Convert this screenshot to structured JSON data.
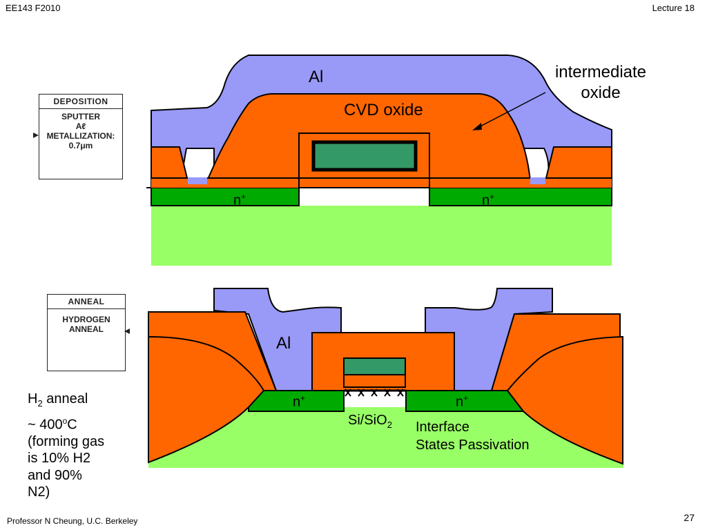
{
  "header": {
    "course": "EE143 F2010",
    "lecture": "Lecture 18"
  },
  "footer": {
    "professor": "Professor  N Cheung, U.C. Berkeley",
    "page": "27"
  },
  "steps": [
    {
      "head": "DEPOSITION",
      "body": [
        "SPUTTER",
        "Aℓ",
        "METALLIZATION:",
        "0.7μm"
      ]
    },
    {
      "head": "ANNEAL",
      "body": [
        "HYDROGEN",
        "ANNEAL"
      ]
    }
  ],
  "top_diagram": {
    "al": "Al",
    "cvd": "CVD oxide",
    "n_left": "n",
    "n_right": "n",
    "n_sup": "+",
    "callout_line1": "intermediate",
    "callout_line2": "oxide"
  },
  "bottom_diagram": {
    "al": "Al",
    "n_left": "n",
    "n_right": "n",
    "n_sup": "+",
    "interface_base": "Si/SiO",
    "interface_sub": "2",
    "passivation_line1": "Interface",
    "passivation_line2": "States Passivation"
  },
  "anneal_note": {
    "h": "H",
    "h_sub": "2",
    "anneal_word": " anneal",
    "temp_prefix": "~ 400",
    "temp_sup": "o",
    "temp_unit": "C",
    "lines": [
      "(forming gas",
      "is 10% H2",
      "and 90%",
      "N2)"
    ]
  },
  "colors": {
    "aluminum": "#9999f8",
    "oxide": "#ff6600",
    "gate": "#339966",
    "nplus": "#00aa00",
    "substrate": "#99ff66"
  }
}
